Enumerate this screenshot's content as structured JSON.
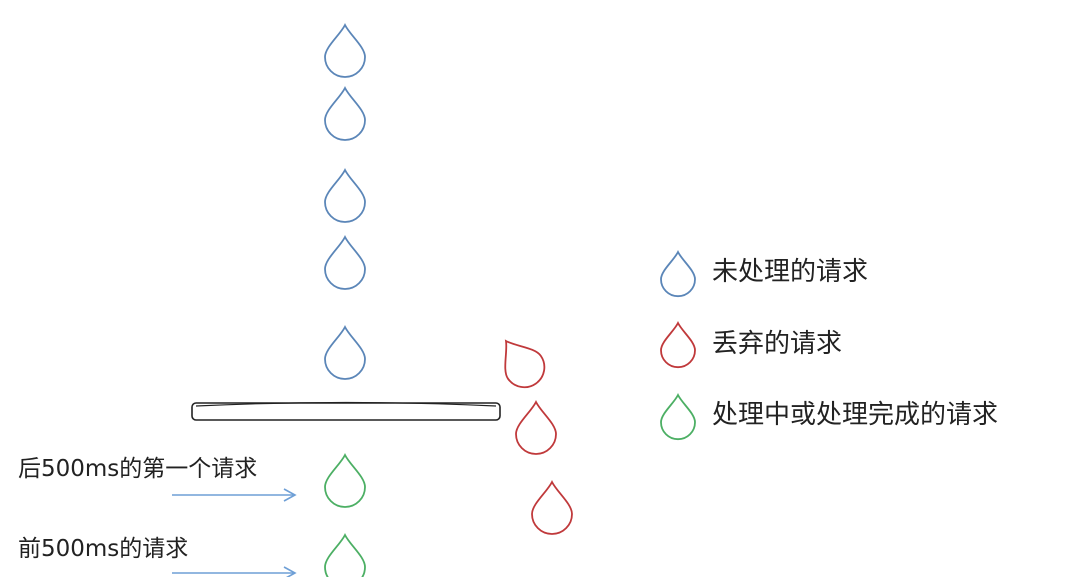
{
  "colors": {
    "unprocessed": "#5b86b8",
    "dropped": "#c0393b",
    "processed": "#4caf64",
    "arrow": "#6e9fd6",
    "text": "#222222"
  },
  "legend": [
    {
      "label": "未处理的请求",
      "status": "unprocessed"
    },
    {
      "label": "丢弃的请求",
      "status": "dropped"
    },
    {
      "label": "处理中或处理完成的请求",
      "status": "processed"
    }
  ],
  "annotations": {
    "later_first_request": "后500ms的第一个请求",
    "earlier_requests": "前500ms的请求"
  },
  "drops": {
    "queued_count": 5,
    "passed_count": 2,
    "dropped_count": 3
  }
}
